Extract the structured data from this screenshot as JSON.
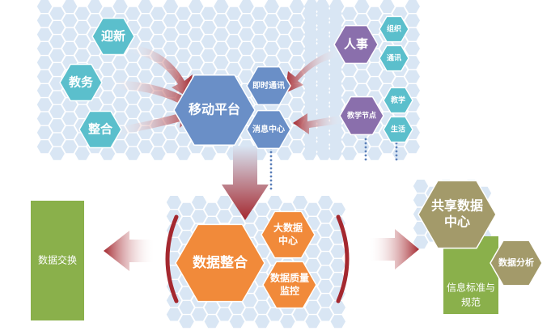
{
  "top": {
    "center": "移动平台",
    "left_nodes": [
      "迎新",
      "教务",
      "整合"
    ],
    "right_subs": [
      "即时通讯",
      "消息中心"
    ],
    "hr": "人事",
    "hr_subs": [
      "组织",
      "通讯"
    ],
    "edu": "教学节点",
    "edu_subs": [
      "教学",
      "生活"
    ]
  },
  "bottom": {
    "center": "数据整合",
    "subs": [
      "大数据",
      "中心",
      "数据质量",
      "监控"
    ]
  },
  "left_panel": {
    "label": "数据交换"
  },
  "right_panel": {
    "top": [
      "共享数据",
      "中心"
    ],
    "bottom": [
      "信息标准与",
      "规范"
    ],
    "analysis": "数据分析"
  },
  "colors": {
    "teal": "#5bbfcc",
    "blue": "#6a8fc7",
    "purple": "#8a6fac",
    "orange": "#f18a3a",
    "green": "#8ab04b",
    "olive": "#a39a6a",
    "arrow": "#a4282f",
    "pale": "#d9e6f4"
  }
}
